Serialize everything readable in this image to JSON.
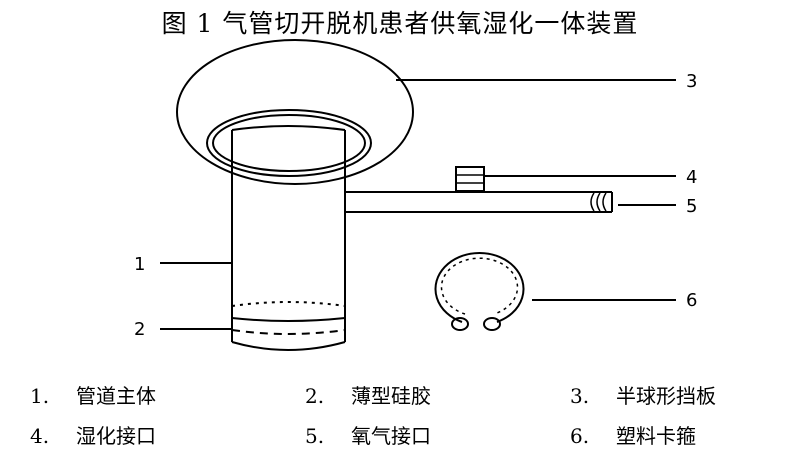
{
  "title": "图 1  气管切开脱机患者供氧湿化一体装置",
  "callouts": [
    "1",
    "2",
    "3",
    "4",
    "5",
    "6"
  ],
  "legend": [
    {
      "num": "1.",
      "label": "管道主体"
    },
    {
      "num": "2.",
      "label": "薄型硅胶"
    },
    {
      "num": "3.",
      "label": "半球形挡板"
    },
    {
      "num": "4.",
      "label": "湿化接口"
    },
    {
      "num": "5.",
      "label": "氧气接口"
    },
    {
      "num": "6.",
      "label": "塑料卡箍"
    }
  ]
}
